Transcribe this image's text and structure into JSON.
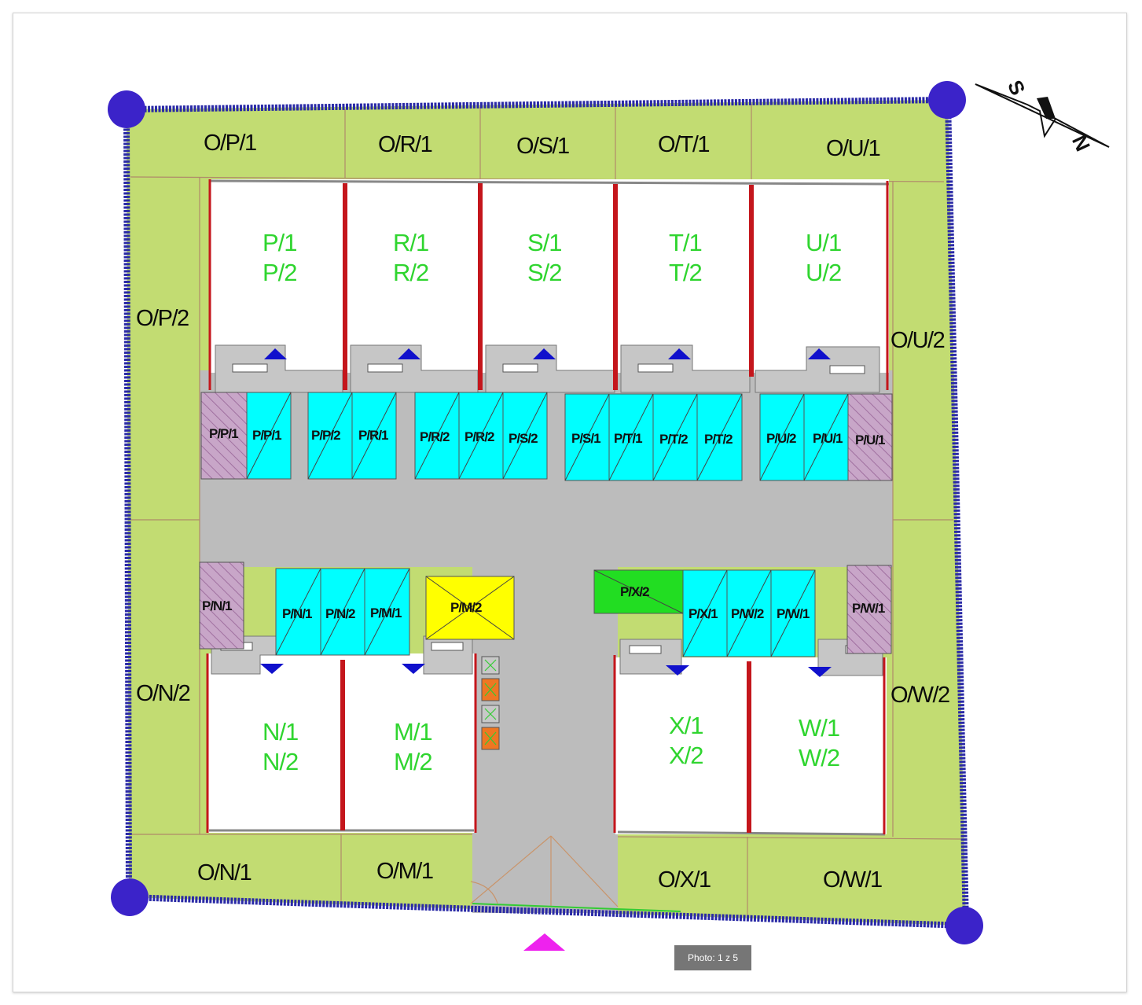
{
  "outer_plots": [
    "O/P/1",
    "O/R/1",
    "O/S/1",
    "O/T/1",
    "O/U/1",
    "O/P/2",
    "O/U/2",
    "O/N/2",
    "O/W/2",
    "O/N/1",
    "O/M/1",
    "O/X/1",
    "O/W/1"
  ],
  "units": [
    [
      "P/1",
      "P/2"
    ],
    [
      "R/1",
      "R/2"
    ],
    [
      "S/1",
      "S/2"
    ],
    [
      "T/1",
      "T/2"
    ],
    [
      "U/1",
      "U/2"
    ],
    [
      "N/1",
      "N/2"
    ],
    [
      "M/1",
      "M/2"
    ],
    [
      "X/1",
      "X/2"
    ],
    [
      "W/1",
      "W/2"
    ]
  ],
  "parking": [
    "P/P/1",
    "P/P/1",
    "P/P/2",
    "P/R/1",
    "P/R/2",
    "P/R/2",
    "P/S/2",
    "P/S/1",
    "P/T/1",
    "P/T/2",
    "P/T/2",
    "P/U/2",
    "P/U/1",
    "P/U/1",
    "P/N/1",
    "P/N/1",
    "P/N/2",
    "P/M/1",
    "P/M/2",
    "P/X/2",
    "P/X/1",
    "P/W/2",
    "P/W/1",
    "P/W/1"
  ],
  "compass": {
    "south": "S",
    "north": "N"
  },
  "photo_badge": "Photo: 1 z 5",
  "colors": {
    "boundary": "#2a2aa6",
    "corner_marker": "#3b23c9",
    "green_plot": "#c2dc72",
    "driveway": "#bcbcbc",
    "parking_cyan": "#00ffff",
    "parking_hatched": "#c8a6c8",
    "parking_yellow": "#ffff00",
    "parking_green": "#22dd22",
    "unit_label": "#2fd52f",
    "wall_red": "#c4161c",
    "entrance_marker": "#ee22ee",
    "stair_arrow": "#1010cc"
  }
}
